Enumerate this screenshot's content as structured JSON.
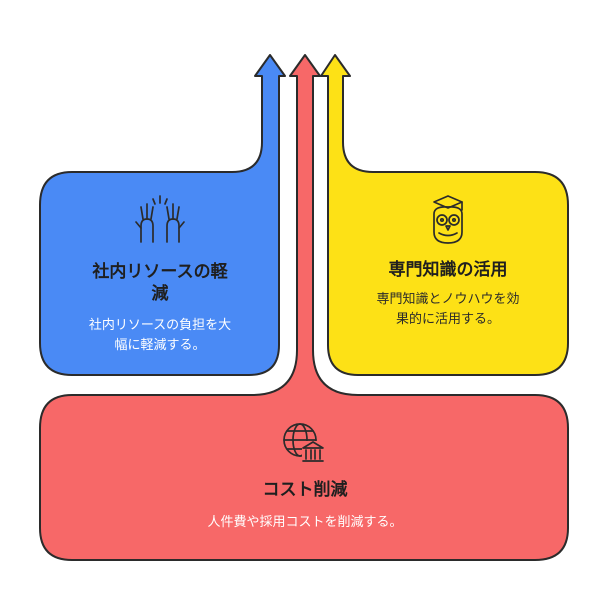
{
  "cards": {
    "resource": {
      "title_lines": [
        "社内リソースの軽",
        "減"
      ],
      "desc_lines": [
        "社内リソースの負担を大",
        "幅に軽減する。"
      ],
      "icon": "high-five-icon",
      "color": "#4a8af5"
    },
    "expertise": {
      "title_lines": [
        "専門知識の活用"
      ],
      "desc_lines": [
        "専門知識とノウハウを効",
        "果的に活用する。"
      ],
      "icon": "owl-graduate-icon",
      "color": "#fde116"
    },
    "cost": {
      "title_lines": [
        "コスト削減"
      ],
      "desc_lines": [
        "人件費や採用コストを削減する。"
      ],
      "icon": "globe-bank-icon",
      "color": "#f76868"
    }
  },
  "colors": {
    "outline": "#2b2b2b",
    "title_text": "#1f1f1f",
    "light_text": "#ffffff",
    "dark_text": "#2b2b2b"
  }
}
